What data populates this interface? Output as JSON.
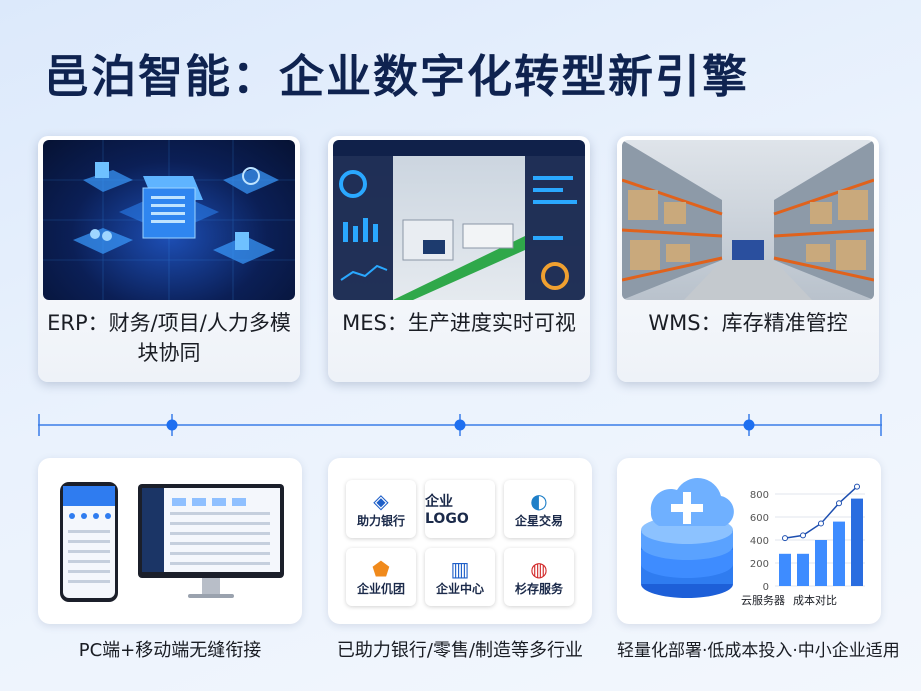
{
  "title": "邑泊智能：企业数字化转型新引擎",
  "modules": [
    {
      "caption": "ERP：财务/项目/人力多模块协同"
    },
    {
      "caption": "MES：生产进度实时可视"
    },
    {
      "caption": "WMS：库存精准管控"
    }
  ],
  "features": [
    {
      "caption": "PC端+移动端无缝衔接"
    },
    {
      "caption": "已助力银行/零售/制造等多行业"
    },
    {
      "caption": "轻量化部署·低成本投入·中小企业适用"
    }
  ],
  "logos": [
    {
      "label": "助力银行",
      "icon": "bank-logo-icon",
      "color": "#1e5fc8"
    },
    {
      "label": "企业LOGO",
      "icon": "text-logo",
      "color": "#1b2a4a"
    },
    {
      "label": "企星交易",
      "icon": "star-logo-icon",
      "color": "#1e7fc8"
    },
    {
      "label": "企业仉团",
      "icon": "pentagon-logo-icon",
      "color": "#f08a1c"
    },
    {
      "label": "企业中心",
      "icon": "building-logo-icon",
      "color": "#1e5fc8"
    },
    {
      "label": "杉存服务",
      "icon": "shield-logo-icon",
      "color": "#d22b2b"
    }
  ],
  "cost_chart": {
    "ticks": [
      "800",
      "600",
      "400",
      "200",
      "0"
    ],
    "legend": [
      "云服务器",
      "成本对比"
    ],
    "bars": [
      0.35,
      0.35,
      0.5,
      0.7,
      0.95
    ],
    "line": [
      0.52,
      0.55,
      0.68,
      0.9,
      1.08
    ]
  },
  "colors": {
    "title": "#0f2350",
    "accent": "#1e6ff0",
    "timeline": "#3a7de8"
  }
}
